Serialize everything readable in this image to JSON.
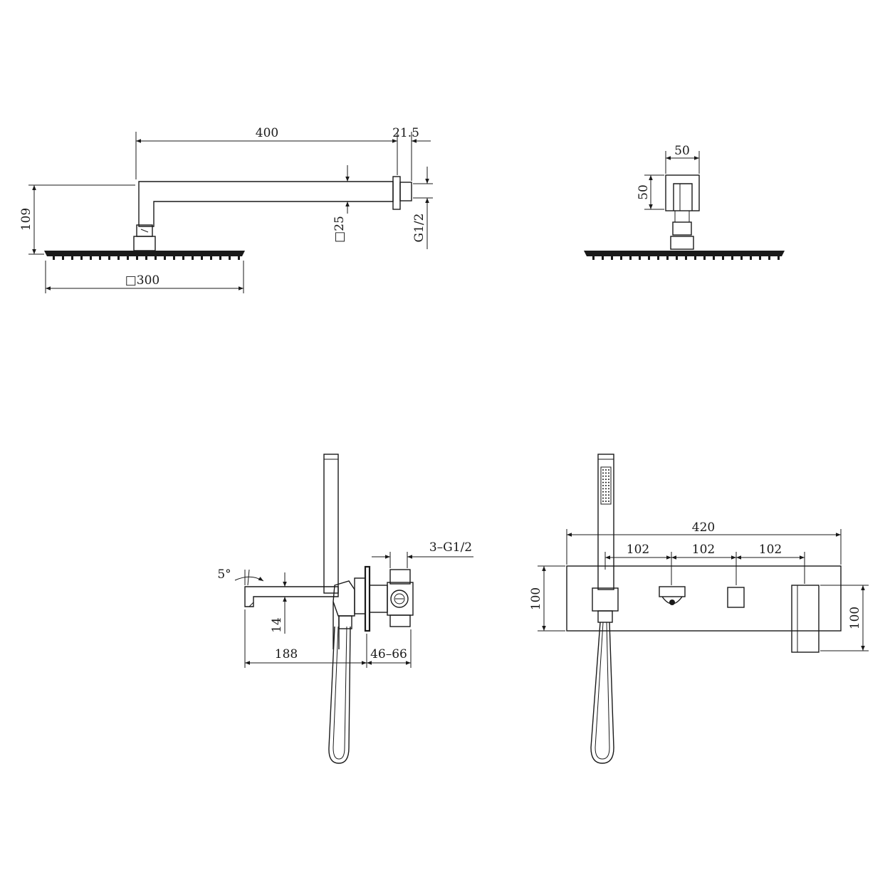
{
  "views": {
    "overhead_side": {
      "arm_length": "400",
      "flange_depth": "21.5",
      "height": "109",
      "arm_section": "□25",
      "thread": "G1/2",
      "head_size": "□300"
    },
    "overhead_front": {
      "width": "50",
      "height": "50"
    },
    "mixer_side": {
      "angle": "5°",
      "spout_height": "14",
      "spout_length": "188",
      "wall_depth": "46–66",
      "outlets": "3–G1/2"
    },
    "mixer_front": {
      "overall_width": "420",
      "spacing_1": "102",
      "spacing_2": "102",
      "spacing_3": "102",
      "plate_height": "100",
      "lever_height": "100"
    }
  }
}
